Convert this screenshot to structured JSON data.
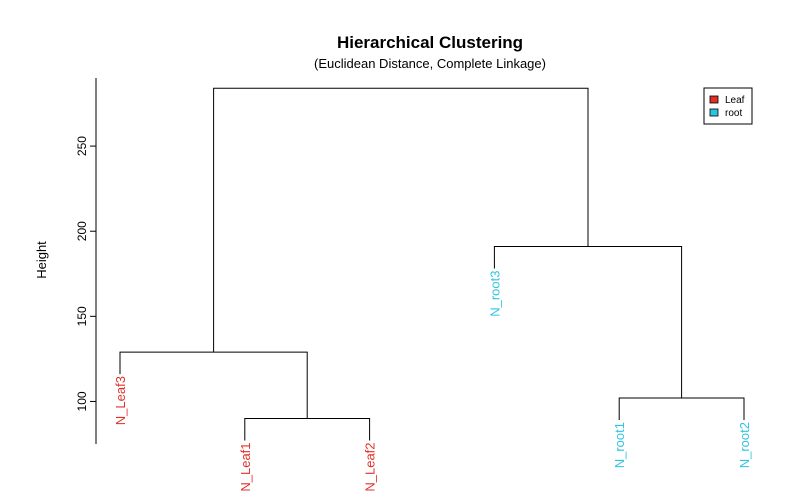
{
  "chart_data": {
    "type": "dendrogram",
    "title": "Hierarchical Clustering",
    "subtitle": "(Euclidean Distance, Complete Linkage)",
    "ylabel": "Height",
    "ylim": [
      75,
      290
    ],
    "yticks": [
      100,
      150,
      200,
      250
    ],
    "leaves": [
      {
        "label": "N_Leaf3",
        "group": "Leaf"
      },
      {
        "label": "N_Leaf1",
        "group": "Leaf"
      },
      {
        "label": "N_Leaf2",
        "group": "Leaf"
      },
      {
        "label": "N_root3",
        "group": "root"
      },
      {
        "label": "N_root1",
        "group": "root"
      },
      {
        "label": "N_root2",
        "group": "root"
      }
    ],
    "merges": [
      {
        "left": "N_Leaf1",
        "right": "N_Leaf2",
        "height": 90
      },
      {
        "left": "N_root1",
        "right": "N_root2",
        "height": 102
      },
      {
        "left": "N_Leaf3",
        "right": "cluster(N_Leaf1,N_Leaf2)",
        "height": 129
      },
      {
        "left": "N_root3",
        "right": "cluster(N_root1,N_root2)",
        "height": 191
      },
      {
        "left": "cluster(N_Leaf3,N_Leaf1,N_Leaf2)",
        "right": "cluster(N_root3,N_root1,N_root2)",
        "height": 284
      }
    ],
    "legend": {
      "position": "top-right",
      "entries": [
        {
          "label": "Leaf",
          "color": "#e0302a"
        },
        {
          "label": "root",
          "color": "#2ec4e0"
        }
      ]
    }
  }
}
